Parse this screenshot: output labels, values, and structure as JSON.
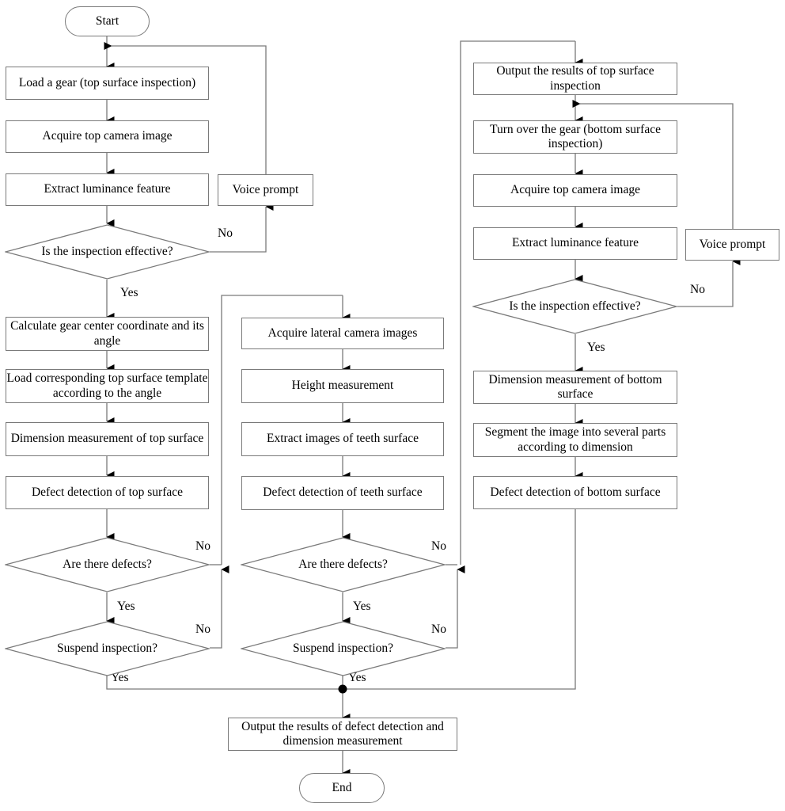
{
  "diagram": {
    "title": "Gear inspection process flowchart",
    "stroke_color": "#7a7a7a",
    "arrow_color": "#000000",
    "background": "#ffffff"
  },
  "nodes": {
    "start": {
      "label": "Start",
      "shape": "terminator"
    },
    "load_gear": {
      "label": "Load a gear (top surface inspection)",
      "shape": "process"
    },
    "acquire_top_1": {
      "label": "Acquire top camera image",
      "shape": "process"
    },
    "extract_lum_1": {
      "label": "Extract luminance feature",
      "shape": "process"
    },
    "voice_prompt_1": {
      "label": "Voice prompt",
      "shape": "process"
    },
    "inspection_effective_1": {
      "label": "Is the inspection effective?",
      "shape": "decision"
    },
    "calc_center": {
      "label": "Calculate gear center coordinate and its angle",
      "shape": "process"
    },
    "load_template": {
      "label": "Load corresponding top surface template according to the angle",
      "shape": "process"
    },
    "dim_top": {
      "label": "Dimension measurement of top surface",
      "shape": "process"
    },
    "defect_top": {
      "label": "Defect detection of top surface",
      "shape": "process"
    },
    "defects_left": {
      "label": "Are there defects?",
      "shape": "decision"
    },
    "suspend_left": {
      "label": "Suspend inspection?",
      "shape": "decision"
    },
    "acquire_lateral": {
      "label": "Acquire lateral camera images",
      "shape": "process"
    },
    "height_meas": {
      "label": "Height measurement",
      "shape": "process"
    },
    "extract_teeth": {
      "label": "Extract images of teeth surface",
      "shape": "process"
    },
    "defect_teeth": {
      "label": "Defect detection of teeth surface",
      "shape": "process"
    },
    "defects_mid": {
      "label": "Are there defects?",
      "shape": "decision"
    },
    "suspend_mid": {
      "label": "Suspend inspection?",
      "shape": "decision"
    },
    "output_top": {
      "label": "Output the results of top surface inspection",
      "shape": "process"
    },
    "turn_over": {
      "label": "Turn over the gear (bottom surface inspection)",
      "shape": "process"
    },
    "acquire_top_2": {
      "label": "Acquire top camera image",
      "shape": "process"
    },
    "extract_lum_2": {
      "label": "Extract luminance feature",
      "shape": "process"
    },
    "voice_prompt_2": {
      "label": "Voice prompt",
      "shape": "process"
    },
    "inspection_effective_2": {
      "label": "Is the inspection effective?",
      "shape": "decision"
    },
    "dim_bottom": {
      "label": "Dimension measurement of bottom surface",
      "shape": "process"
    },
    "segment_image": {
      "label": "Segment the image into several parts according to dimension",
      "shape": "process"
    },
    "defect_bottom": {
      "label": "Defect detection of bottom surface",
      "shape": "process"
    },
    "output_final": {
      "label": "Output the results of defect detection and dimension measurement",
      "shape": "process"
    },
    "end": {
      "label": "End",
      "shape": "terminator"
    }
  },
  "edge_labels": {
    "no_effective_1": "No",
    "yes_effective_1": "Yes",
    "no_defects_left": "No",
    "yes_defects_left": "Yes",
    "no_suspend_left": "No",
    "yes_suspend_left": "Yes",
    "no_defects_mid": "No",
    "yes_defects_mid": "Yes",
    "no_suspend_mid": "No",
    "yes_suspend_mid": "Yes",
    "no_effective_2": "No",
    "yes_effective_2": "Yes"
  }
}
